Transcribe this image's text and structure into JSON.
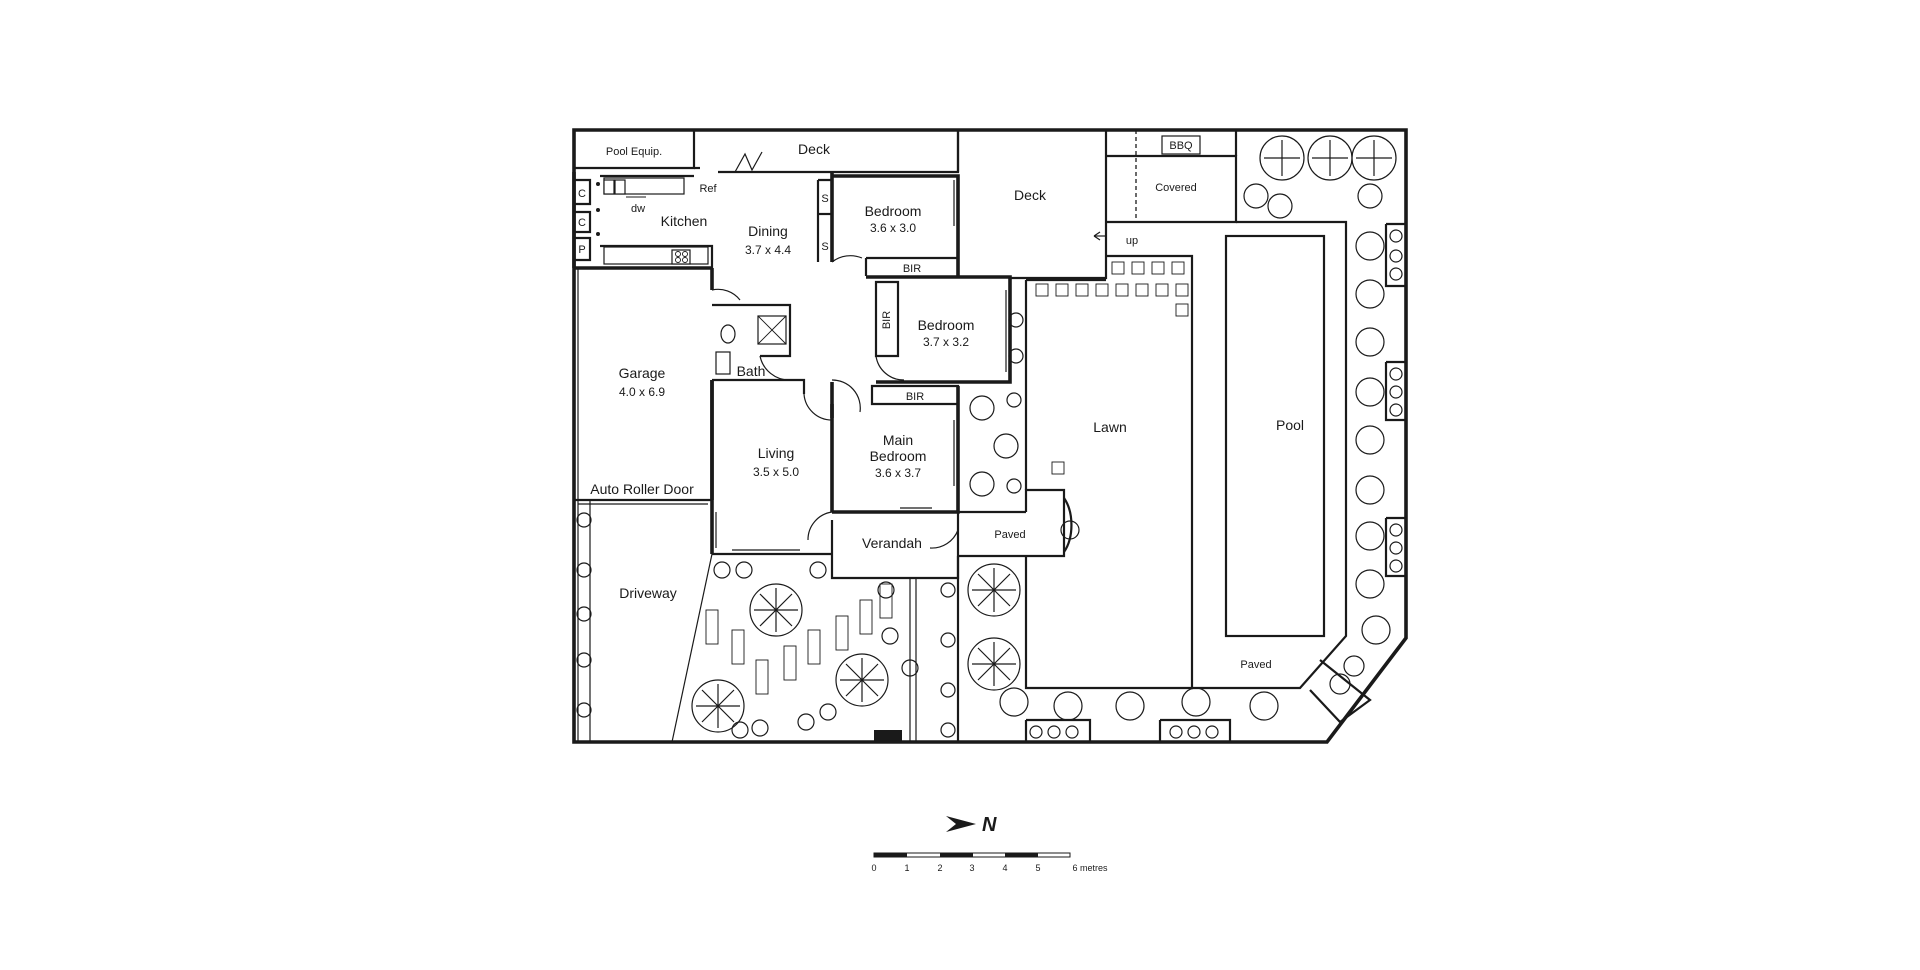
{
  "rooms": {
    "pool_equip": "Pool Equip.",
    "deck_top": "Deck",
    "deck_right": "Deck",
    "bbq": "BBQ",
    "covered": "Covered",
    "up": "up",
    "ref": "Ref",
    "dw": "dw",
    "c1": "C",
    "c2": "C",
    "p": "P",
    "kitchen": "Kitchen",
    "dining": "Dining",
    "dining_dim": "3.7 x 4.4",
    "s1": "S",
    "s2": "S",
    "bedroom1": "Bedroom",
    "bedroom1_dim": "3.6 x 3.0",
    "bir1": "BIR",
    "bedroom2": "Bedroom",
    "bedroom2_dim": "3.7 x 3.2",
    "bir2": "BIR",
    "bir3": "BIR",
    "garage": "Garage",
    "garage_dim": "4.0 x 6.9",
    "bath": "Bath",
    "living": "Living",
    "living_dim": "3.5 x 5.0",
    "main_bedroom_1": "Main",
    "main_bedroom_2": "Bedroom",
    "main_bedroom_dim": "3.6 x 3.7",
    "auto_roller_door": "Auto Roller Door",
    "verandah": "Verandah",
    "paved_front": "Paved",
    "driveway": "Driveway",
    "lawn": "Lawn",
    "pool": "Pool",
    "paved_pool": "Paved"
  },
  "compass": {
    "label": "N"
  },
  "scale": {
    "ticks": [
      "0",
      "1",
      "2",
      "3",
      "4",
      "5",
      "6 metres"
    ]
  }
}
